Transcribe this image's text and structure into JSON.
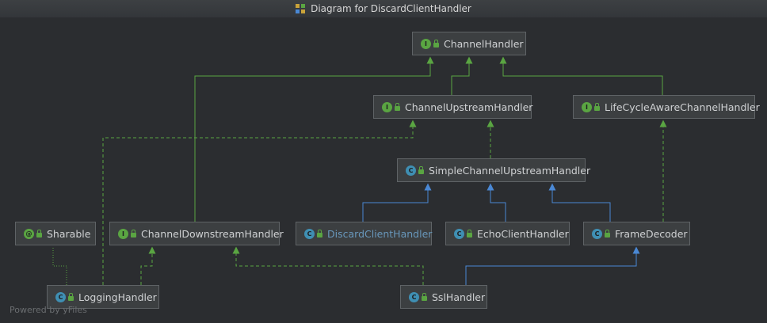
{
  "window": {
    "title": "Diagram for DiscardClientHandler"
  },
  "watermark": "Powered by yFiles",
  "colors": {
    "interface_badge": "#5aa542",
    "class_badge": "#3f8fb3",
    "implements_edge": "#5aa542",
    "extends_edge": "#4a88d4",
    "node_bg": "#3c3f41"
  },
  "nodes": {
    "channel_handler": {
      "label": "ChannelHandler",
      "kind": "I"
    },
    "channel_upstream_handler": {
      "label": "ChannelUpstreamHandler",
      "kind": "I"
    },
    "lifecycle_aware_channel_handler": {
      "label": "LifeCycleAwareChannelHandler",
      "kind": "I"
    },
    "simple_channel_upstream_handler": {
      "label": "SimpleChannelUpstreamHandler",
      "kind": "C"
    },
    "sharable": {
      "label": "Sharable",
      "kind": "@"
    },
    "channel_downstream_handler": {
      "label": "ChannelDownstreamHandler",
      "kind": "I"
    },
    "discard_client_handler": {
      "label": "DiscardClientHandler",
      "kind": "C"
    },
    "echo_client_handler": {
      "label": "EchoClientHandler",
      "kind": "C"
    },
    "frame_decoder": {
      "label": "FrameDecoder",
      "kind": "C"
    },
    "logging_handler": {
      "label": "LoggingHandler",
      "kind": "C"
    },
    "ssl_handler": {
      "label": "SslHandler",
      "kind": "C"
    }
  },
  "edges": [
    {
      "from": "channel_upstream_handler",
      "to": "channel_handler",
      "type": "extends-interface"
    },
    {
      "from": "lifecycle_aware_channel_handler",
      "to": "channel_handler",
      "type": "extends-interface"
    },
    {
      "from": "channel_downstream_handler",
      "to": "channel_handler",
      "type": "extends-interface"
    },
    {
      "from": "simple_channel_upstream_handler",
      "to": "channel_upstream_handler",
      "type": "implements"
    },
    {
      "from": "discard_client_handler",
      "to": "simple_channel_upstream_handler",
      "type": "extends"
    },
    {
      "from": "echo_client_handler",
      "to": "simple_channel_upstream_handler",
      "type": "extends"
    },
    {
      "from": "frame_decoder",
      "to": "simple_channel_upstream_handler",
      "type": "extends"
    },
    {
      "from": "frame_decoder",
      "to": "lifecycle_aware_channel_handler",
      "type": "implements"
    },
    {
      "from": "logging_handler",
      "to": "channel_upstream_handler",
      "type": "implements"
    },
    {
      "from": "logging_handler",
      "to": "channel_downstream_handler",
      "type": "implements"
    },
    {
      "from": "logging_handler",
      "to": "sharable",
      "type": "annotated"
    },
    {
      "from": "ssl_handler",
      "to": "frame_decoder",
      "type": "extends"
    },
    {
      "from": "ssl_handler",
      "to": "channel_downstream_handler",
      "type": "implements"
    }
  ]
}
